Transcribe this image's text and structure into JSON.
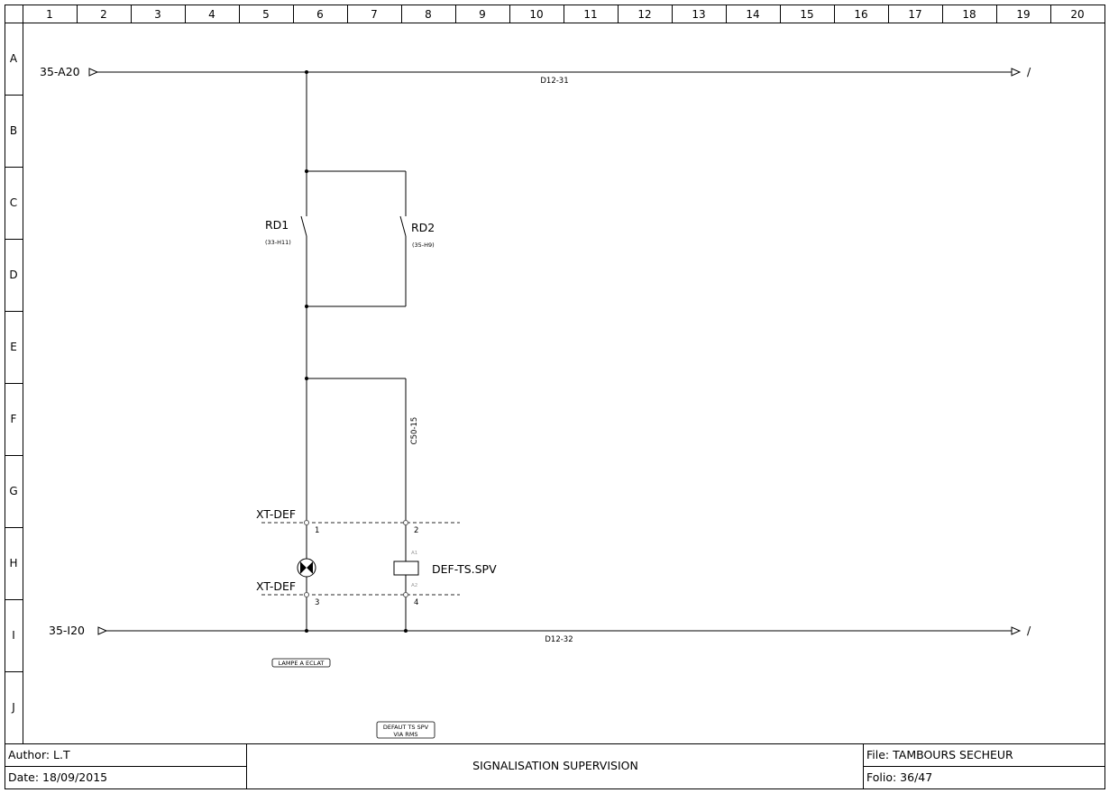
{
  "grid": {
    "columns": [
      "1",
      "2",
      "3",
      "4",
      "5",
      "6",
      "7",
      "8",
      "9",
      "10",
      "11",
      "12",
      "13",
      "14",
      "15",
      "16",
      "17",
      "18",
      "19",
      "20"
    ],
    "rows": [
      "A",
      "B",
      "C",
      "D",
      "E",
      "F",
      "G",
      "H",
      "I",
      "J"
    ]
  },
  "diagram": {
    "top_source": "35-A20",
    "top_wire": "D12-31",
    "top_end": "/",
    "bottom_source": "35-I20",
    "bottom_wire": "D12-32",
    "bottom_end": "/",
    "rd1": {
      "name": "RD1",
      "ref": "(33-H11)"
    },
    "rd2": {
      "name": "RD2",
      "ref": "(35-H9)"
    },
    "branch_wire": "C50-15",
    "terminal_top": {
      "name": "XT-DEF",
      "left_pin": "1",
      "right_pin": "2"
    },
    "terminal_bottom": {
      "name": "XT-DEF",
      "left_pin": "3",
      "right_pin": "4"
    },
    "relay": {
      "name": "DEF-TS.SPV",
      "pin_a1": "A1",
      "pin_a2": "A2"
    },
    "lamp_tag": "LAMPE A ECLAT",
    "relay_tag_line1": "DEFAUT TS SPV",
    "relay_tag_line2": "VIA RMS"
  },
  "title_block": {
    "author": "Author: L.T",
    "date": "Date: 18/09/2015",
    "title": "SIGNALISATION SUPERVISION",
    "file": "File: TAMBOURS SECHEUR",
    "folio": "Folio: 36/47"
  }
}
